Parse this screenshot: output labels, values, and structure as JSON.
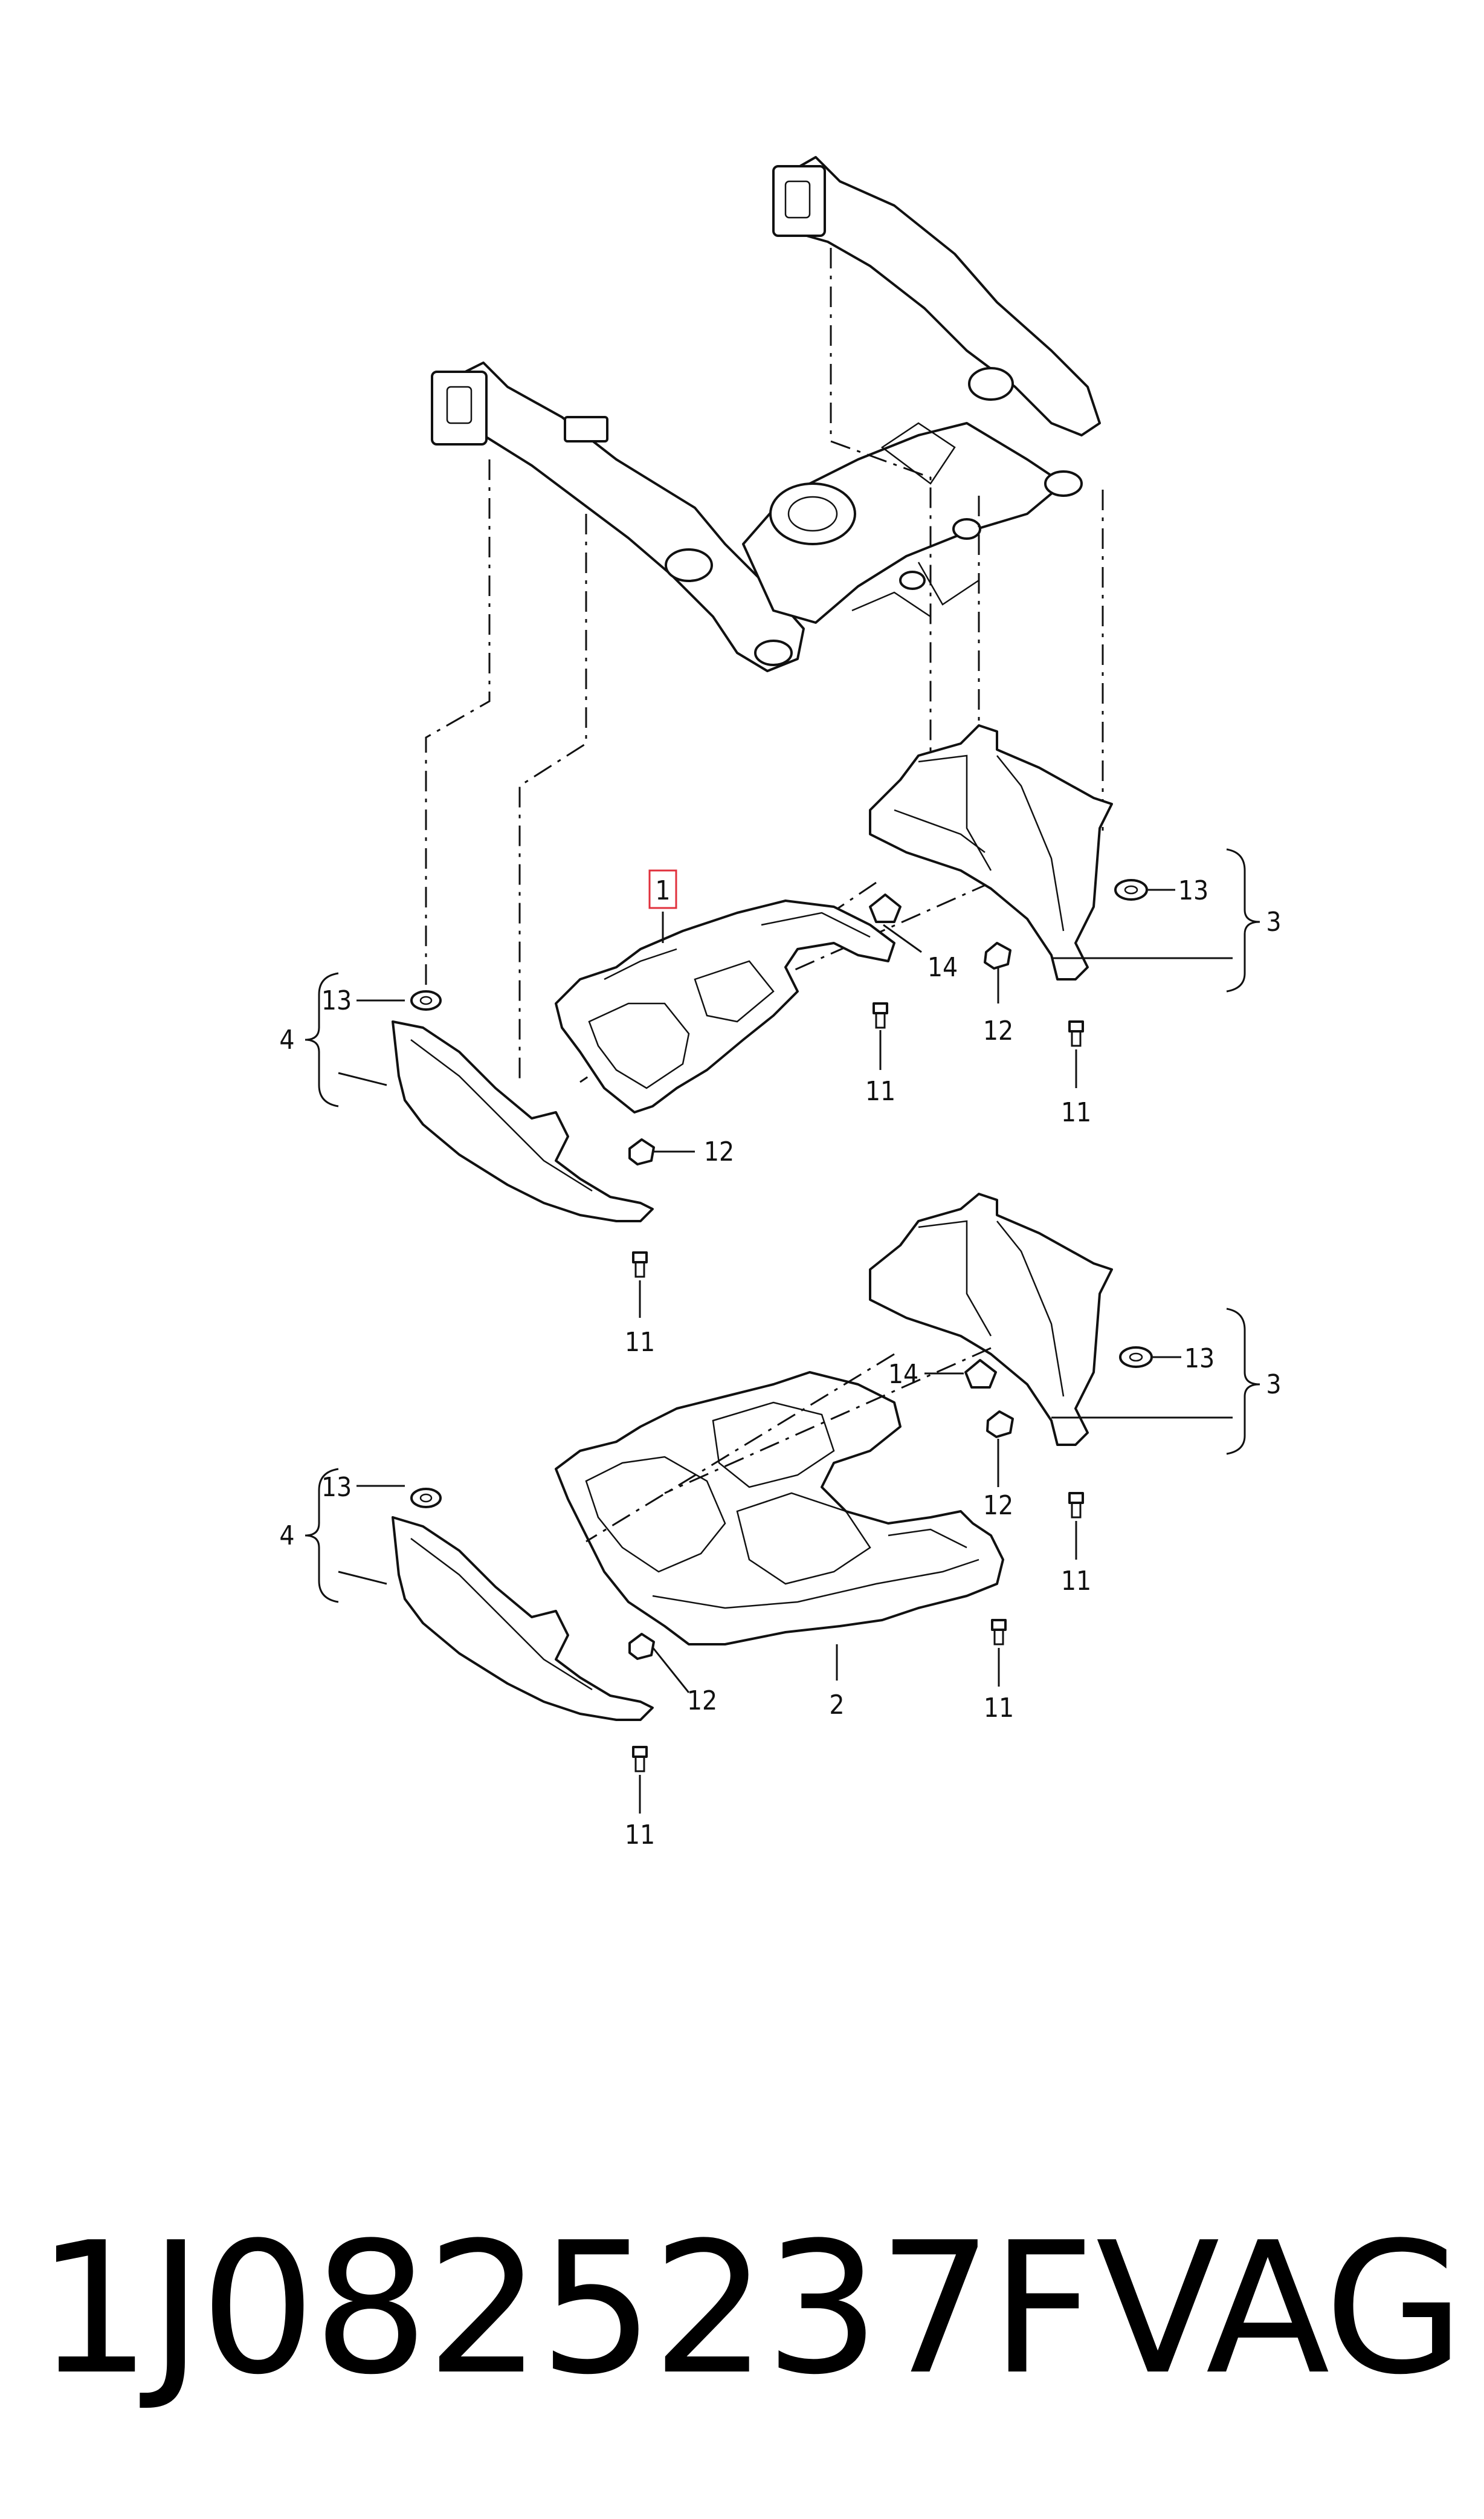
{
  "diagram": {
    "callouts": {
      "c1": "1",
      "c2": "2",
      "c3": "3",
      "c4": "4",
      "c11": "11",
      "c12": "12",
      "c13": "13",
      "c14": "14"
    },
    "highlight_color": "#e0303c"
  },
  "footer": {
    "part_number": "1J0825237F",
    "brand": "VAG"
  }
}
